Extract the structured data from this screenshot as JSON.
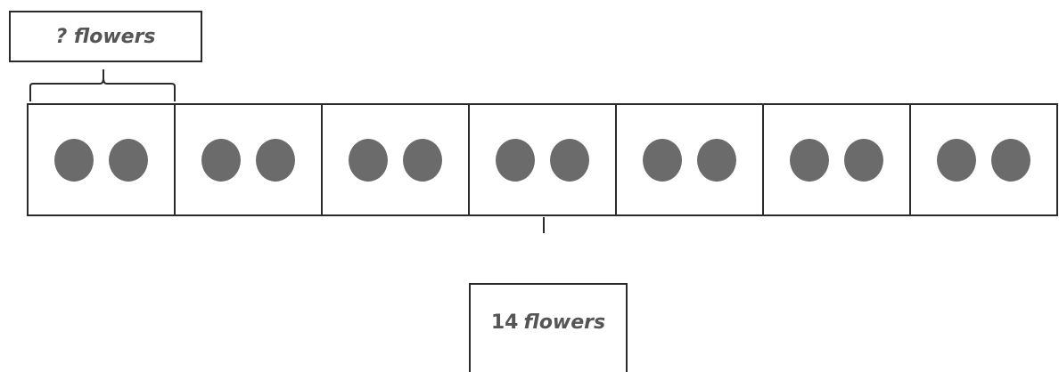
{
  "labels": {
    "unknown_group": "? flowers",
    "total_number": "14",
    "total_unit": "flowers"
  },
  "tape": {
    "group_count": 7,
    "dots_per_group": 2
  },
  "colors": {
    "dot": "#6b6b6b",
    "stroke": "#2a2a2a",
    "label_text": "#555555"
  }
}
